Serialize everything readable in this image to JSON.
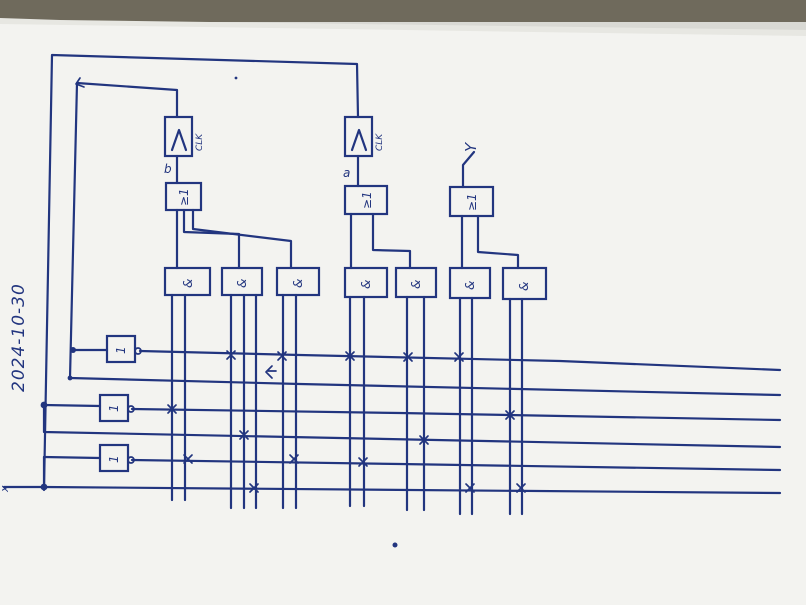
{
  "sheet": {
    "date": "2024-10-30",
    "output_label": "Y",
    "input_label": "x"
  },
  "flipflops": [
    {
      "id": "b",
      "state_label": "b",
      "clock_label": "CLK"
    },
    {
      "id": "a",
      "state_label": "a",
      "clock_label": "CLK"
    }
  ],
  "or_gates": [
    {
      "id": "or-b",
      "label": "≥1"
    },
    {
      "id": "or-a",
      "label": "≥1"
    },
    {
      "id": "or-y",
      "label": "≥1"
    }
  ],
  "and_gates": [
    {
      "id": "and-1",
      "label": "&"
    },
    {
      "id": "and-2",
      "label": "&"
    },
    {
      "id": "and-3",
      "label": "&"
    },
    {
      "id": "and-4",
      "label": "&"
    },
    {
      "id": "and-5",
      "label": "&"
    },
    {
      "id": "and-6",
      "label": "&"
    },
    {
      "id": "and-7",
      "label": "&"
    }
  ],
  "inverters": [
    {
      "id": "not-b",
      "label": "1"
    },
    {
      "id": "not-a",
      "label": "1"
    },
    {
      "id": "not-x",
      "label": "1"
    }
  ],
  "colors": {
    "paper": "#f4f4f1",
    "ink": "#22357f",
    "background": "#7b7667"
  }
}
